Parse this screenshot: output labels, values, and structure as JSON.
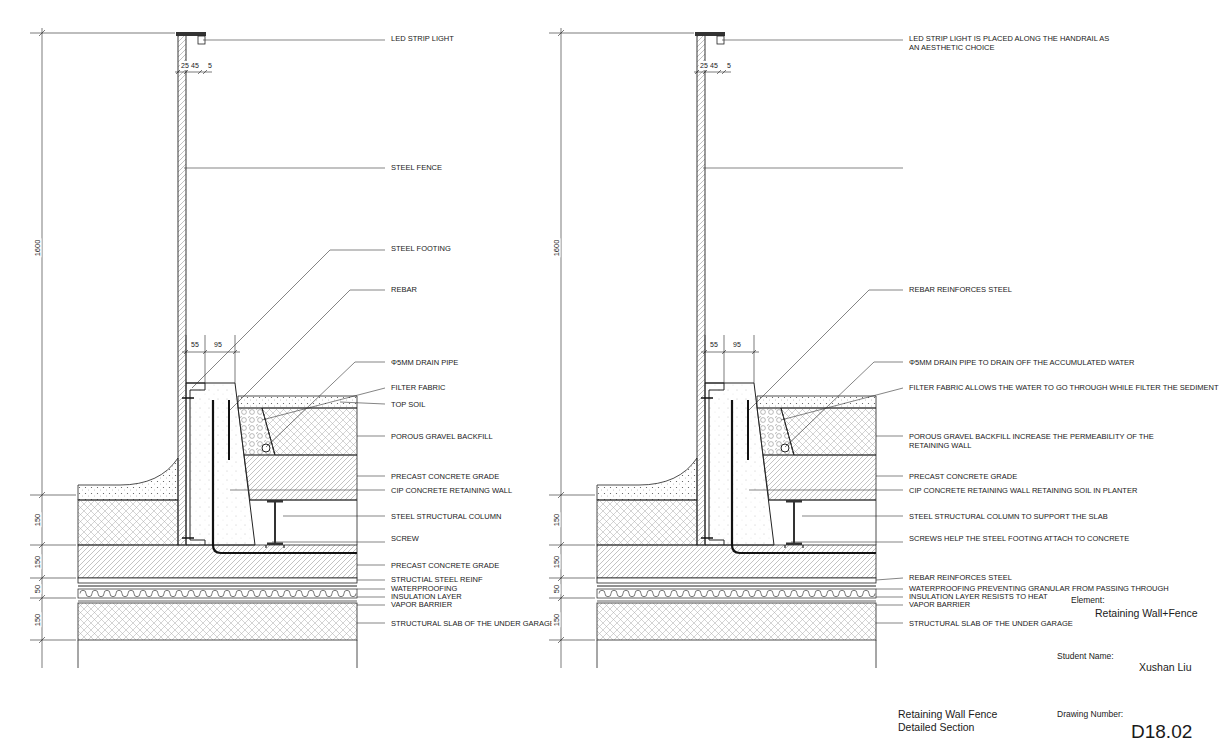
{
  "diagram": {
    "labels": [
      "LED STRIP LIGHT",
      "25",
      "45",
      "5",
      "STEEL FENCE",
      "1600",
      "STEEL FOOTING",
      "REBAR",
      "55",
      "95",
      "Φ5MM DRAIN PIPE",
      "FILTER FABRIC",
      "TOP SOIL",
      "POROUS GRAVEL BACKFILL",
      "PRECAST CONCRETE GRADE",
      "CIP CONCRETE RETAINING WALL",
      "STEEL STRUCTURAL COLUMN",
      "SCREW",
      "PRECAST CONCRETE GRADE",
      "STRUCTIAL STEEL REINF",
      "WATERPROOFING",
      "INSULATION LAYER",
      "VAPOR BARRIER",
      "STRUCTURAL SLAB OF THE UNDER GARAGE",
      "150",
      "150",
      "50",
      "150",
      "LED STRIP LIGHT IS PLACED ALONG THE HANDRAIL AS AN AESTHETIC CHOICE",
      "25",
      "45",
      "5",
      "1600",
      "REBAR REINFORCES STEEL",
      "55",
      "95",
      "Φ5MM DRAIN PIPE TO DRAIN OFF THE ACCUMULATED WATER",
      "FILTER FABRIC ALLOWS THE WATER TO GO THROUGH WHILE FILTER THE SEDIMENT",
      "POROUS GRAVEL BACKFILL INCREASE THE PERMEABILITY OF THE RETAINING WALL",
      "PRECAST CONCRETE GRADE",
      "CIP CONCRETE RETAINING WALL RETAINING SOIL IN PLANTER",
      "STEEL STRUCTURAL COLUMN TO SUPPORT THE SLAB",
      "SCREWS HELP THE STEEL FOOTING ATTACH TO CONCRETE",
      "REBAR REINFORCES STEEL",
      "WATERPROOFING PREVENTING GRANULAR FROM PASSING THROUGH",
      "INSULATION LAYER RESISTS TO HEAT",
      "VAPOR BARRIER",
      "STRUCTURAL SLAB OF THE UNDER GARAGE",
      "150",
      "150",
      "50",
      "150",
      "Element:",
      "Retaining Wall+Fence",
      "Student Name:",
      "Xushan Liu",
      "Retaining Wall Fence Detailed Section",
      "Drawing Number:",
      "D18.02"
    ]
  }
}
